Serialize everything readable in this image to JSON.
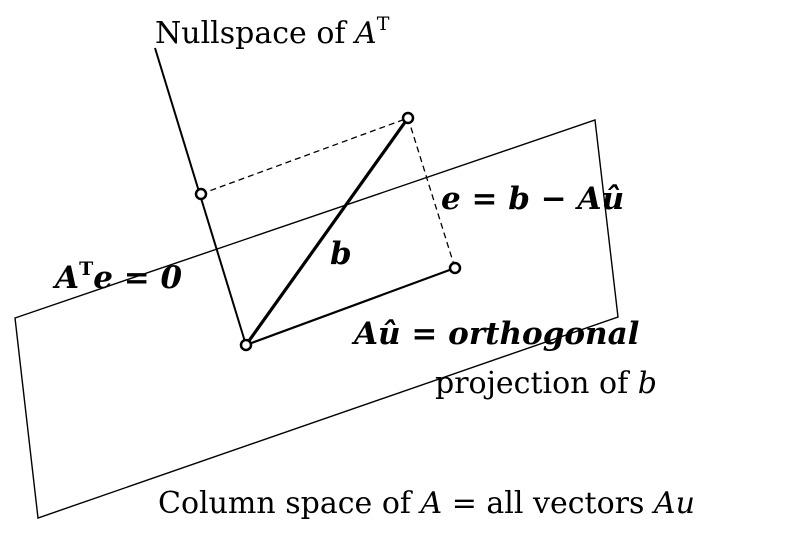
{
  "labels": {
    "nullspace": {
      "prefix": "Nullspace of ",
      "var": "A",
      "sup": "T"
    },
    "error_eq": "e = b − Aû",
    "normal_eq": {
      "a": "A",
      "sup": "T",
      "rest": "e = 0"
    },
    "b_vector": "b",
    "proj_line1": {
      "lhs": "Aû = ",
      "word": "orthogonal"
    },
    "proj_line2": {
      "text": "projection of ",
      "var": "b"
    },
    "column_space": {
      "prefix": "Column space of ",
      "a": "A",
      "mid": " = all vectors ",
      "au": "Au"
    }
  },
  "colors": {
    "ink": "#000000",
    "paper": "#ffffff"
  }
}
